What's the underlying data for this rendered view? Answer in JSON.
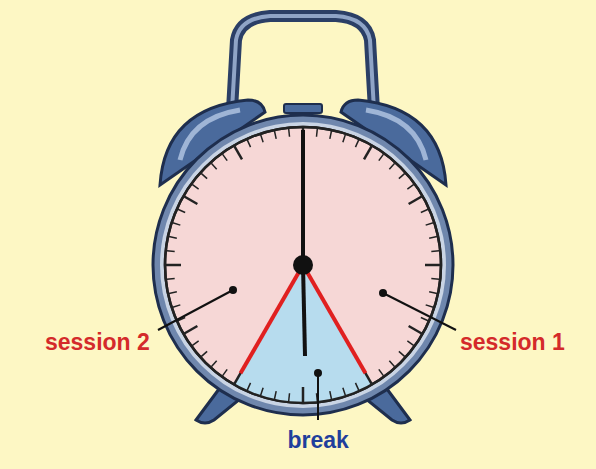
{
  "diagram": {
    "labels": [
      "session 2",
      "session 1",
      "break"
    ]
  }
}
